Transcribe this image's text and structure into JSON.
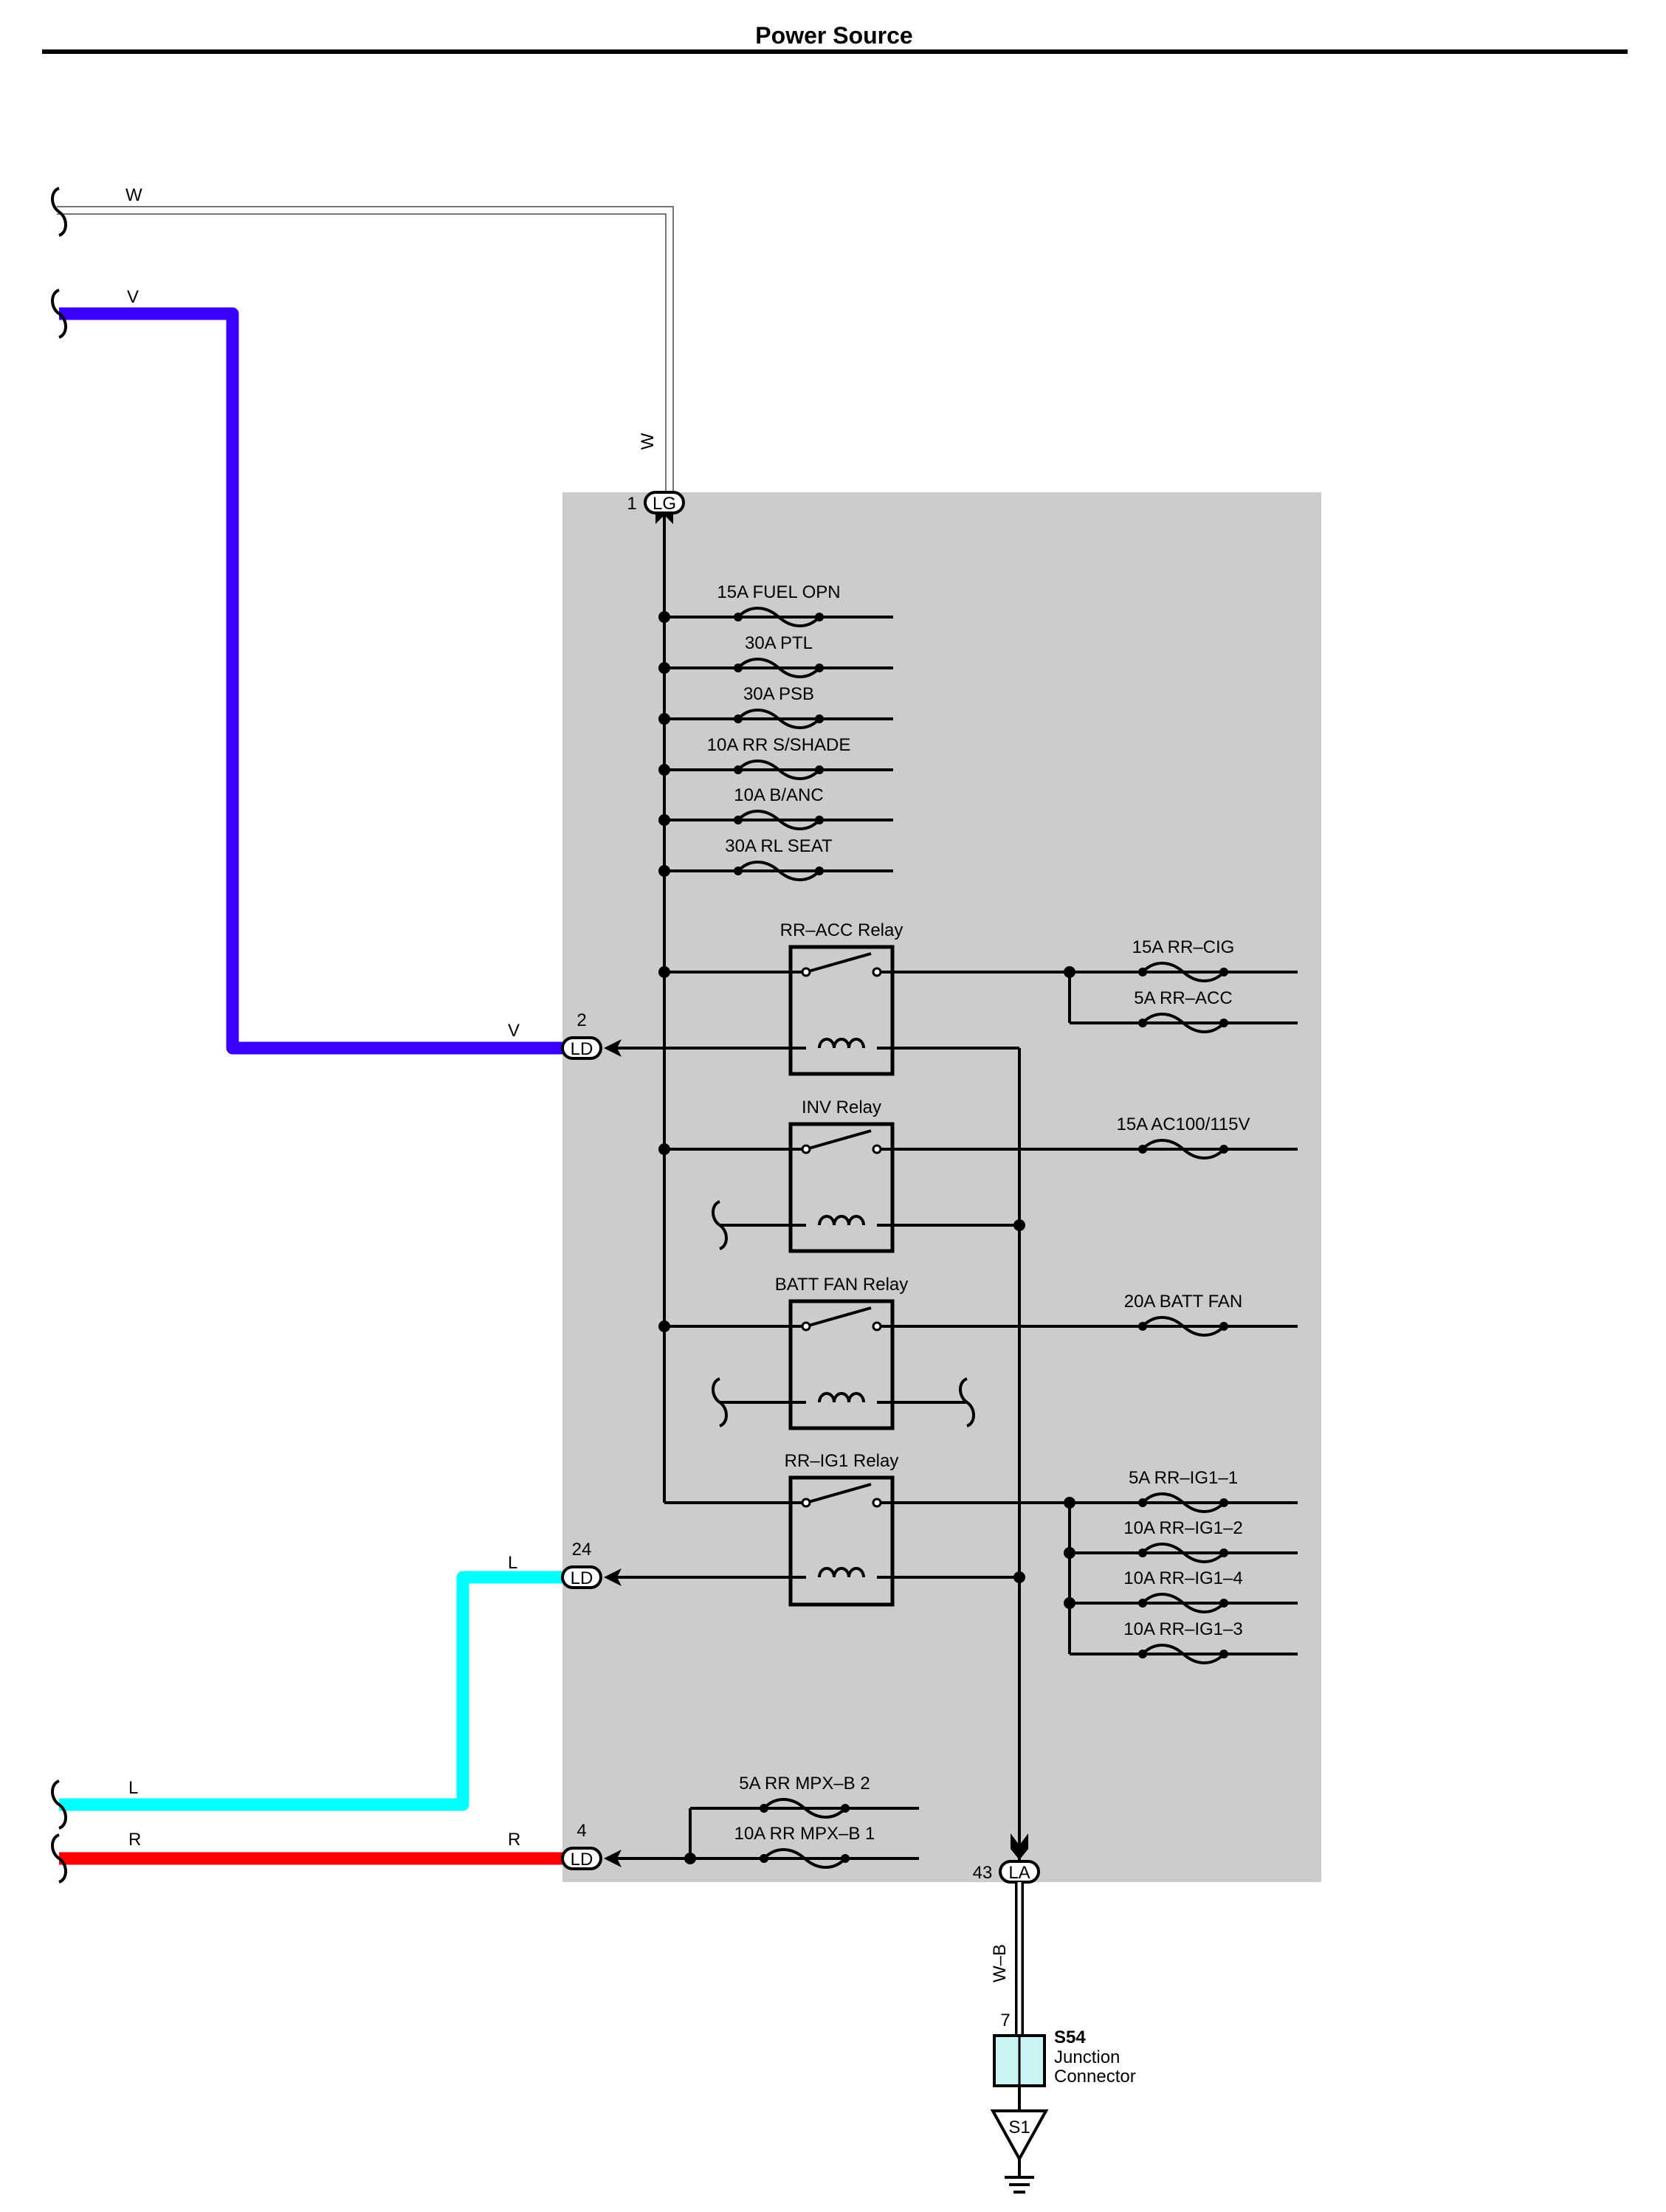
{
  "title": "Power Source",
  "colors": {
    "panel": "#cccccc",
    "wire_V": "#3a00ff",
    "wire_L": "#00ffff",
    "wire_R": "#ff0000",
    "wire_W": "#ffffff",
    "connector_fill": "#c8f4f4"
  },
  "wires": {
    "W_top": "W",
    "W_vertical": "W",
    "V_top": "V",
    "V_side": "V",
    "L_side": "L",
    "L_bottom": "L",
    "R_bottom": "R",
    "R_side": "R",
    "WB": "W–B"
  },
  "connectors": {
    "LG": {
      "pin": "1",
      "code": "LG"
    },
    "LD2": {
      "pin": "2",
      "code": "LD"
    },
    "LD24": {
      "pin": "24",
      "code": "LD"
    },
    "LD4": {
      "pin": "4",
      "code": "LD"
    },
    "LA": {
      "pin": "43",
      "code": "LA"
    },
    "S54": {
      "pin": "7",
      "name": "S54",
      "line1": "Junction",
      "line2": "Connector"
    },
    "ground": "S1"
  },
  "fuses": {
    "fuel_opn": "15A FUEL OPN",
    "ptl": "30A PTL",
    "psb": "30A PSB",
    "rr_sshade": "10A RR S/SHADE",
    "banc": "10A B/ANC",
    "rl_seat": "30A RL SEAT",
    "rr_cig": "15A RR–CIG",
    "rr_acc": "5A RR–ACC",
    "ac100": "15A AC100/115V",
    "batt_fan": "20A BATT FAN",
    "ig1_1": "5A RR–IG1–1",
    "ig1_2": "10A RR–IG1–2",
    "ig1_4": "10A RR–IG1–4",
    "ig1_3": "10A RR–IG1–3",
    "mpx2": "5A RR MPX–B 2",
    "mpx1": "10A RR MPX–B 1"
  },
  "relays": {
    "rr_acc": "RR–ACC Relay",
    "inv": "INV Relay",
    "batt_fan": "BATT FAN Relay",
    "rr_ig1": "RR–IG1 Relay"
  }
}
